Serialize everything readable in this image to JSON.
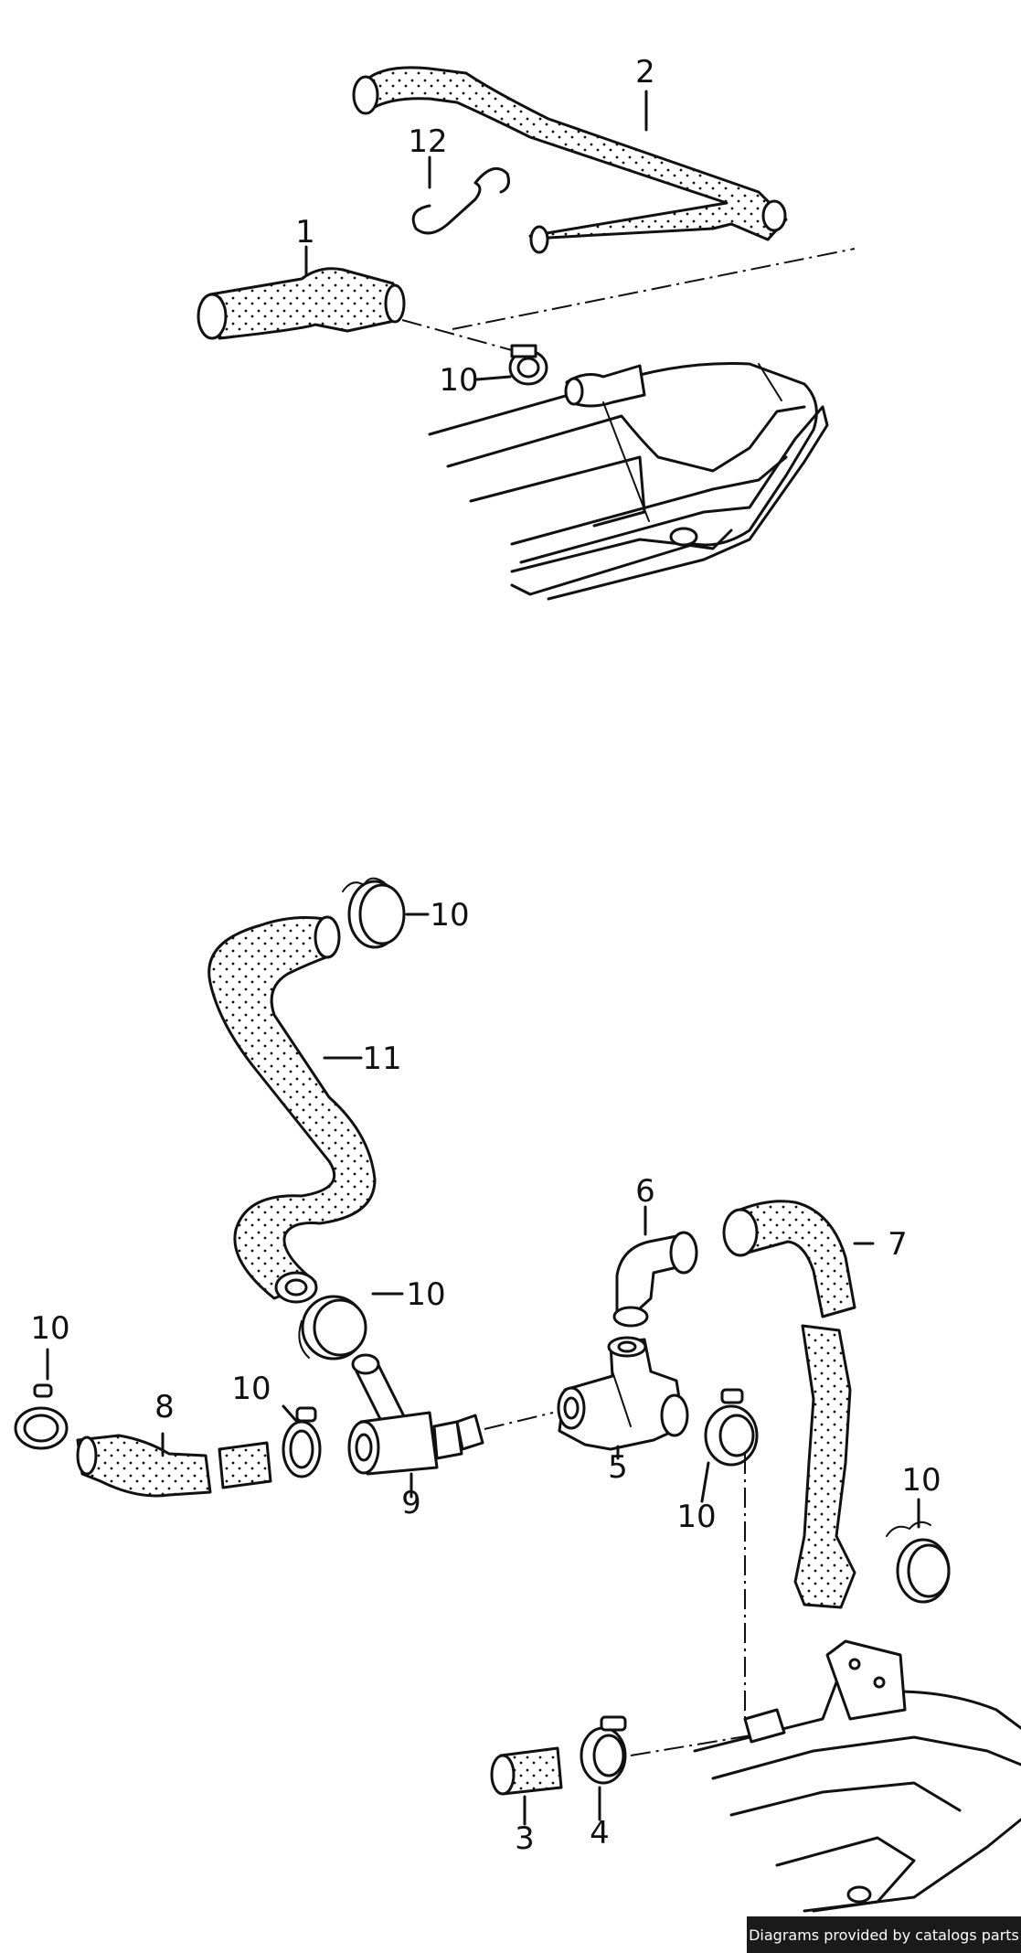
{
  "diagram": {
    "callouts": {
      "p1": "1",
      "p2": "2",
      "p12": "12",
      "p10_top": "10",
      "p10_a": "10",
      "p11": "11",
      "p10_b": "10",
      "p6": "6",
      "p7": "7",
      "p10_left": "10",
      "p10_c": "10",
      "p8": "8",
      "p9": "9",
      "p5": "5",
      "p10_d": "10",
      "p10_right": "10",
      "p3": "3",
      "p4": "4"
    }
  },
  "footer": {
    "credit": "Diagrams provided by catalogs parts"
  },
  "colors": {
    "ink": "#111111",
    "credit_bg": "#1a1a1a"
  }
}
